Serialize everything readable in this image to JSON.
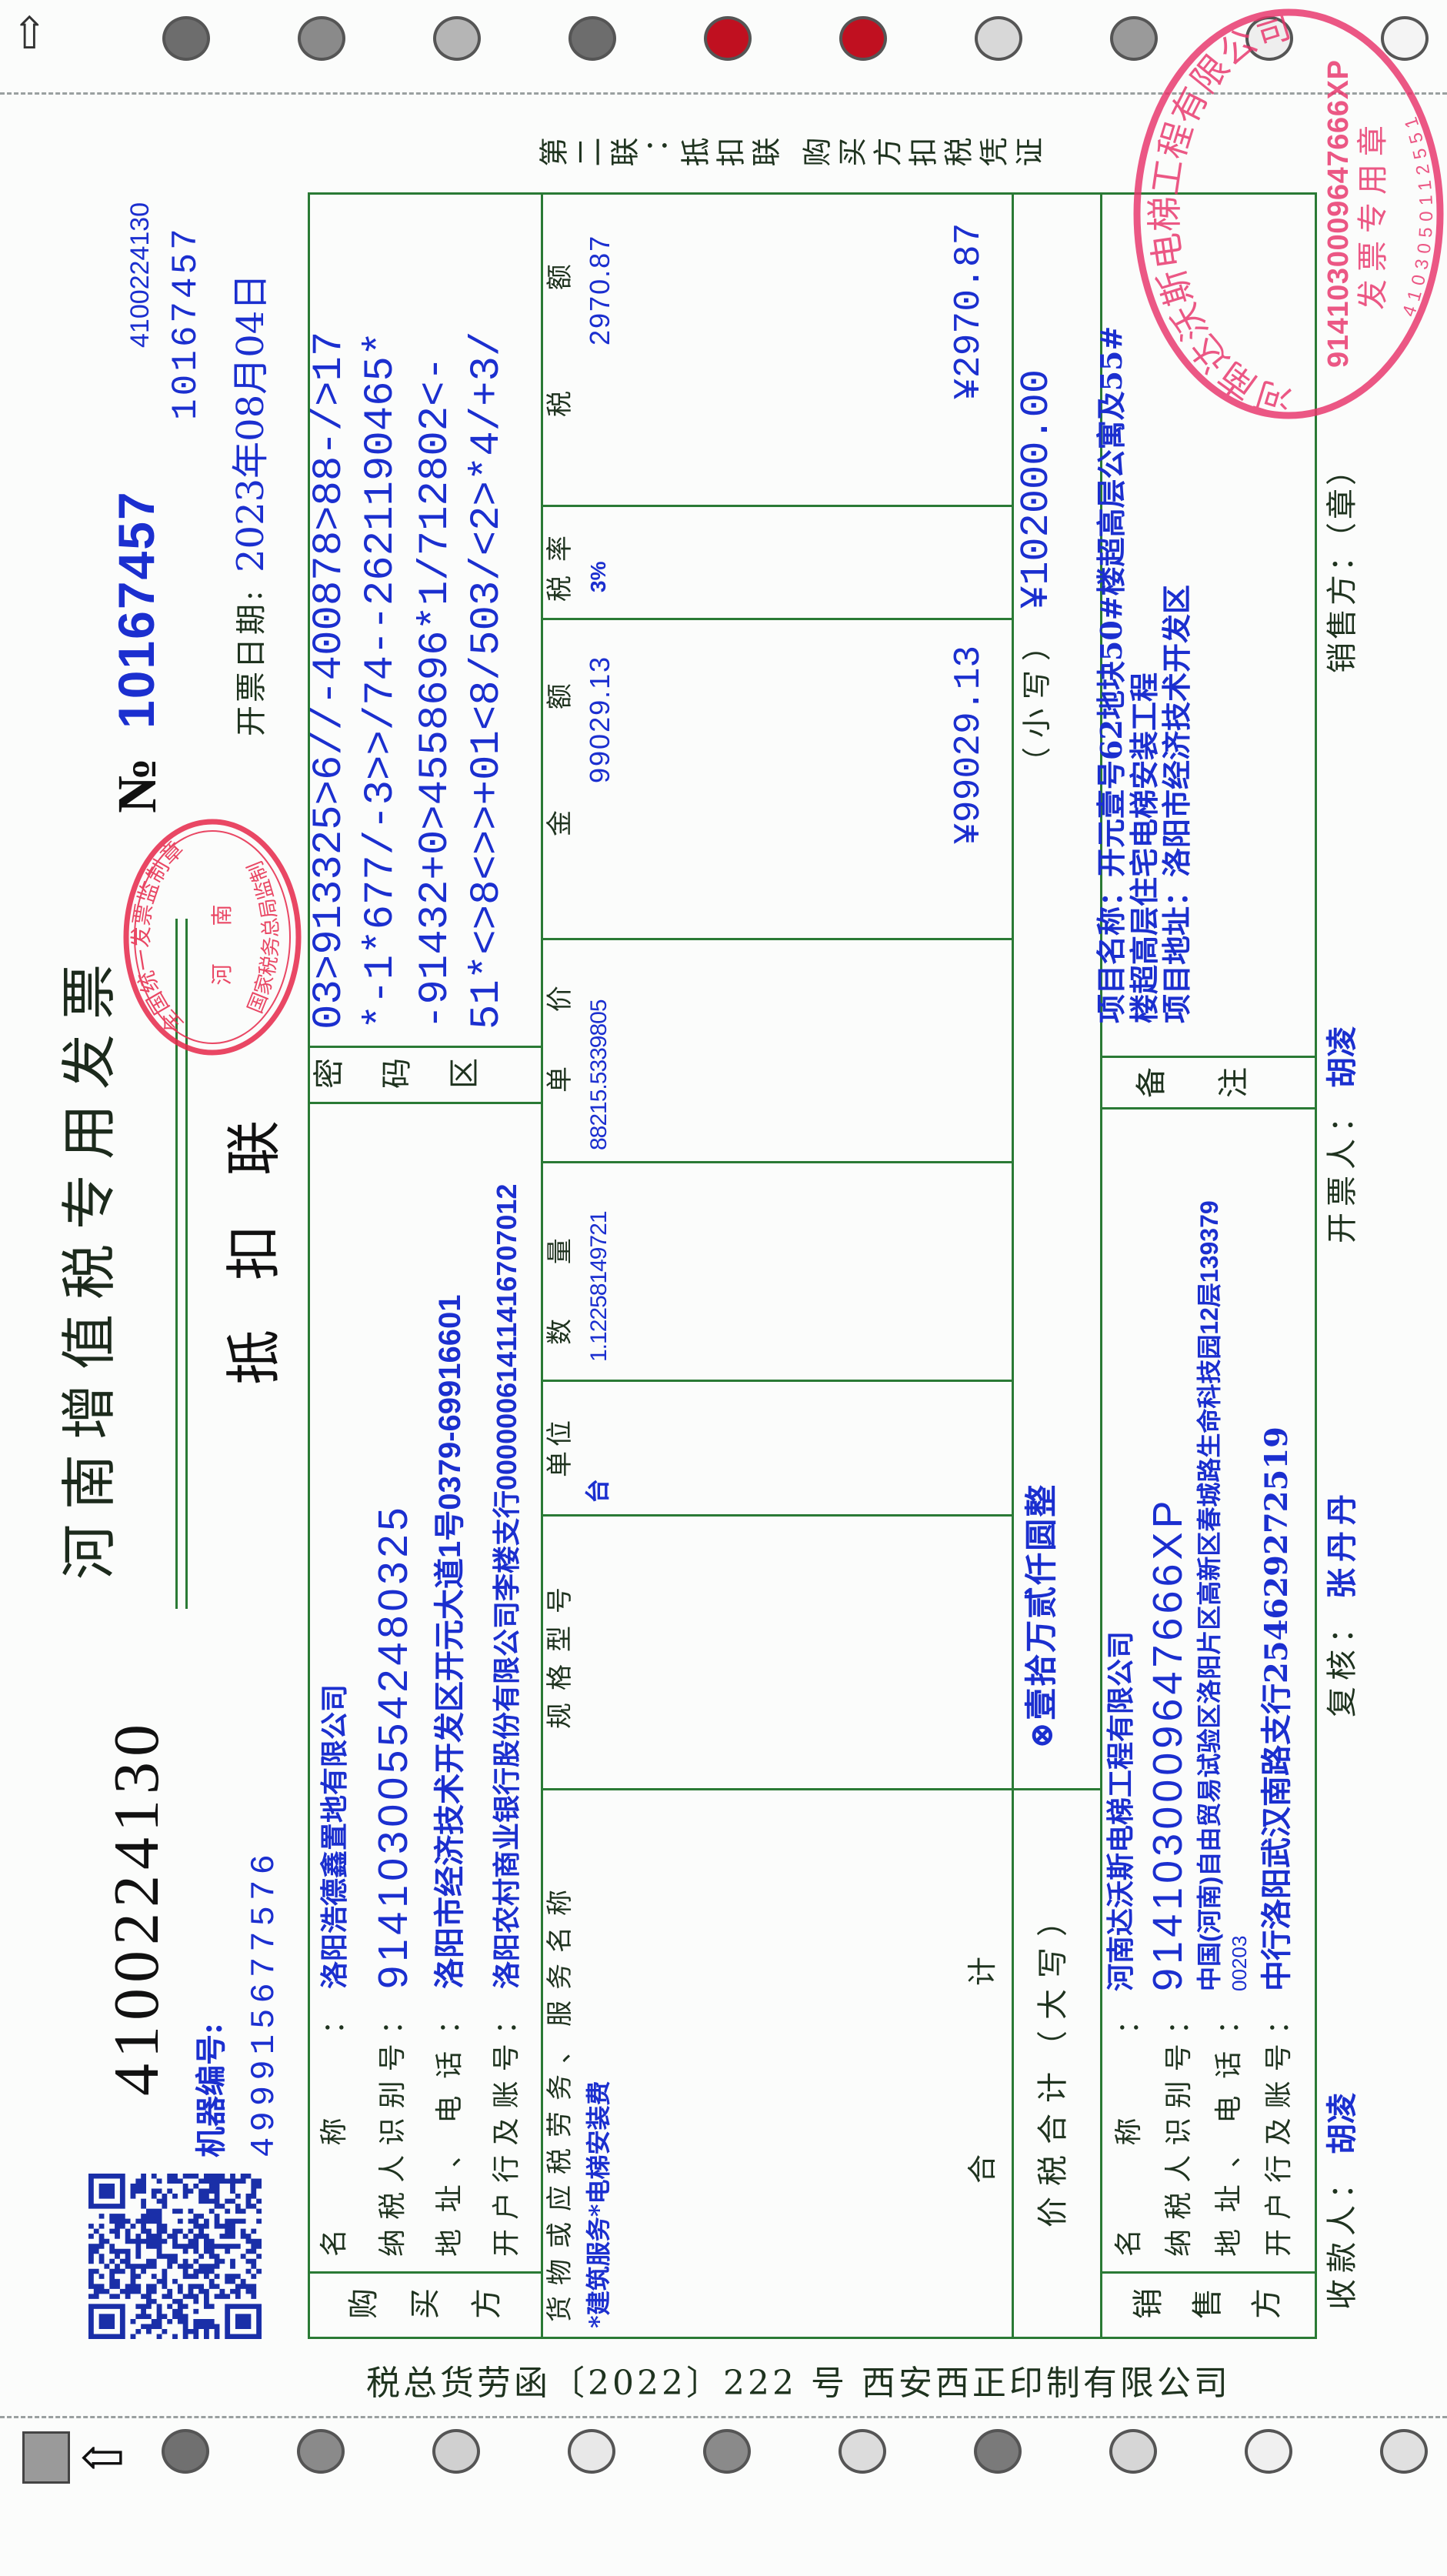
{
  "invoice": {
    "title": "河南增值税专用发票",
    "code": "4100224130",
    "machine_label": "机器编号:",
    "machine_no": "499915677576",
    "no_symbol": "№",
    "number": "10167457",
    "code_small": "4100224130",
    "number_small": "10167457",
    "date_label": "开票日期:",
    "date": "2023年08月04日",
    "copy_label": "第二联：抵扣联 购买方扣税凭证",
    "counterfoil_label": "抵扣联"
  },
  "national_stamp": {
    "top": "全国统一发票监制章",
    "middle": "河 南",
    "bottom": "国家税务总局监制"
  },
  "buyer": {
    "section_label": "购买方",
    "labels": [
      "名称：",
      "纳税人识别号：",
      "地址、电话：",
      "开户行及账号："
    ],
    "name": "洛阳浩德鑫置地有限公司",
    "tax_id": "914103005542480325",
    "address_phone": "洛阳市经济技术开发区开元大道1号0379-69916601",
    "bank_account": "洛阳农村商业银行股份有限公司李楼支行00000061411416707012"
  },
  "cipher": {
    "label": "密码区",
    "lines": [
      "03>913325>6//-400878>88-/>17",
      "*-1*677/-3>>/74--2621190465*",
      "-91432+0>4558696*1/712802<-",
      "51*<>8<>>+01<8/503/<2>*4/+3/"
    ]
  },
  "items": {
    "headers": {
      "name": "货物或应税劳务、服务名称",
      "spec": "规格型号",
      "unit": "单位",
      "qty": "数 量",
      "price": "单 价",
      "amount": "金 额",
      "rate": "税率",
      "tax": "税 额"
    },
    "rows": [
      {
        "name": "*建筑服务*电梯安装费",
        "spec": "",
        "unit": "台",
        "qty": "1.12258149721",
        "price": "88215.5339805",
        "amount": "99029.13",
        "rate": "3%",
        "tax": "2970.87"
      }
    ]
  },
  "totals": {
    "label_a": "合",
    "label_b": "计",
    "amount": "¥99029.13",
    "tax": "¥2970.87"
  },
  "grand_total": {
    "label": "价税合计（大写）",
    "words": "⊗壹拾万贰仟圆整",
    "small_label": "（小写）",
    "amount": "¥102000.00"
  },
  "seller": {
    "section_label": "销售方",
    "labels": [
      "名称：",
      "纳税人识别号：",
      "地址、电话：",
      "开户行及账号："
    ],
    "name": "河南达沃斯电梯工程有限公司",
    "tax_id": "9141030009647666XP",
    "address_line1": "中国(河南)自由贸易试验区洛阳片区高新区春城路生命科技园12层139379",
    "address_line2": "00203",
    "bank_account": "中行洛阳武汉南路支行254629272519"
  },
  "remarks": {
    "label": "备注",
    "lines": [
      "项目名称：开元壹号62地块50#楼超高层公寓及55#",
      "楼超高层住宅电梯安装工程",
      "项目地址：洛阳市经济技术开发区"
    ]
  },
  "seller_stamp": {
    "company": "河南达沃斯电梯工程有限公司",
    "tax_id": "9141030009647666XP",
    "type": "发票专用章",
    "serial": "4103050112551"
  },
  "footer": {
    "payee_label": "收款人：",
    "payee": "胡凌",
    "reviewer_label": "复核：",
    "reviewer": "张丹丹",
    "drawer_label": "开票人：",
    "drawer": "胡凌",
    "seal_label": "销售方：（章）"
  },
  "print_note": "税总货劳函〔2022〕222 号 西安西正印制有限公司",
  "colors": {
    "form_line": "#2a7a35",
    "print_blue": "#1b2fcf",
    "stamp_red": "#e6284a"
  }
}
